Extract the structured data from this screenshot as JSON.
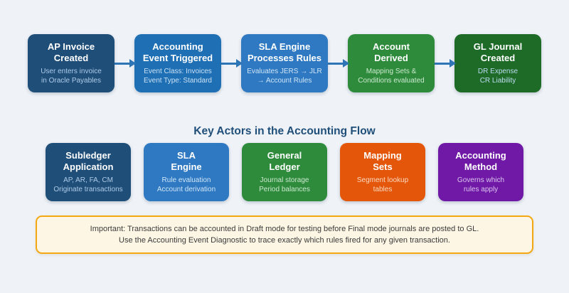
{
  "flow": {
    "steps": [
      {
        "title": "AP Invoice\nCreated",
        "subtitle": "User enters invoice\nin Oracle Payables",
        "color": "#1F4E79"
      },
      {
        "title": "Accounting\nEvent Triggered",
        "subtitle": "Event Class: Invoices\nEvent Type: Standard",
        "color": "#1F6FB5"
      },
      {
        "title": "SLA Engine\nProcesses Rules",
        "subtitle": "Evaluates JERS → JLR\n→ Account Rules",
        "color": "#2E79C2"
      },
      {
        "title": "Account\nDerived",
        "subtitle": "Mapping Sets &\nConditions evaluated",
        "color": "#2E8B3C"
      },
      {
        "title": "GL Journal\nCreated",
        "subtitle": "DR Expense\nCR Liability",
        "color": "#1E6B28"
      }
    ]
  },
  "actors": {
    "title": "Key Actors in the Accounting Flow",
    "items": [
      {
        "title": "Subledger\nApplication",
        "subtitle": "AP, AR, FA, CM\nOriginate transactions",
        "color": "#1F4E79"
      },
      {
        "title": "SLA\nEngine",
        "subtitle": "Rule evaluation\nAccount derivation",
        "color": "#2E79C2"
      },
      {
        "title": "General\nLedger",
        "subtitle": "Journal storage\nPeriod balances",
        "color": "#2E8B3C"
      },
      {
        "title": "Mapping\nSets",
        "subtitle": "Segment lookup\ntables",
        "color": "#E4570A"
      },
      {
        "title": "Accounting\nMethod",
        "subtitle": "Governs which\nrules apply",
        "color": "#7019A6"
      }
    ]
  },
  "note": {
    "line1": "Important: Transactions can be accounted in Draft mode for testing before Final mode journals are posted to GL.",
    "line2": "Use the Accounting Event Diagnostic to trace exactly which rules fired for any given transaction."
  },
  "colors": {
    "page_background": "#EFF3F8",
    "arrow": "#2E75B6",
    "section_title": "#1F4E79",
    "note_border": "#F3A712",
    "note_background": "#FDF6E4"
  }
}
